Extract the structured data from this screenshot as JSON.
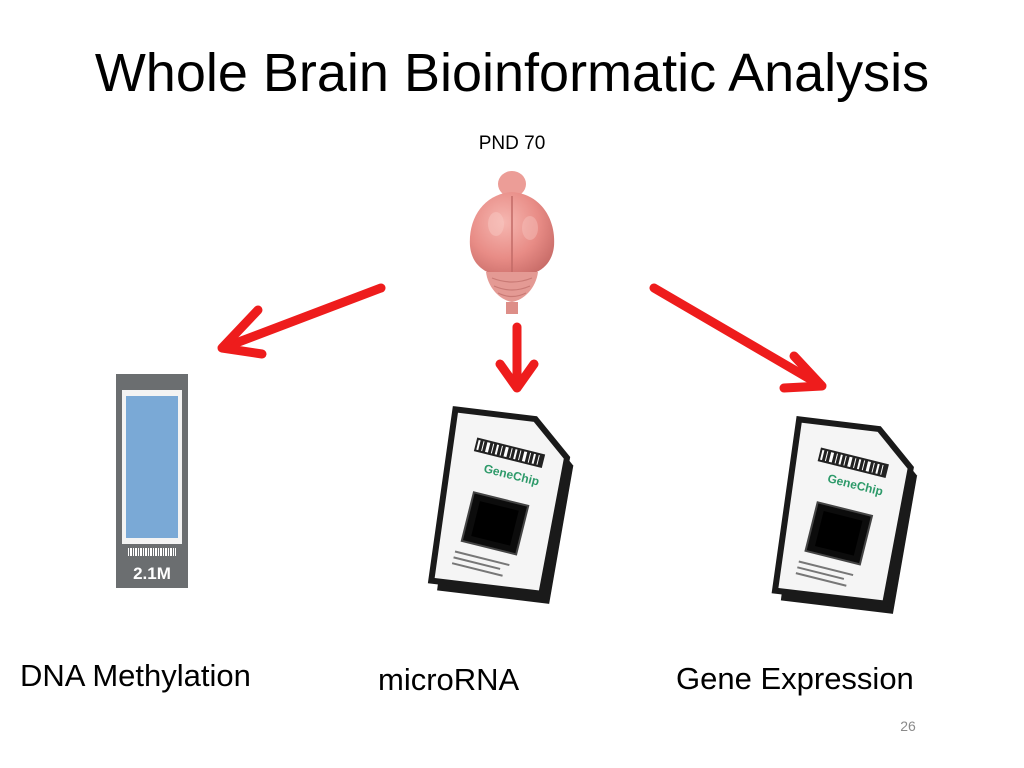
{
  "slide": {
    "title": "Whole Brain Bioinformatic Analysis",
    "subtitle": "PND 70",
    "page_number": "26"
  },
  "branches": [
    {
      "label": "DNA Methylation",
      "array_text": "2.1M"
    },
    {
      "label": "microRNA",
      "chip_brand": "GeneChip"
    },
    {
      "label": "Gene Expression",
      "chip_brand": "GeneChip"
    }
  ],
  "colors": {
    "arrow": "#ee1c1c",
    "brain": "#e88c86",
    "dna_array": "#7aa9d6",
    "chip_body": "#1a1a1a"
  }
}
